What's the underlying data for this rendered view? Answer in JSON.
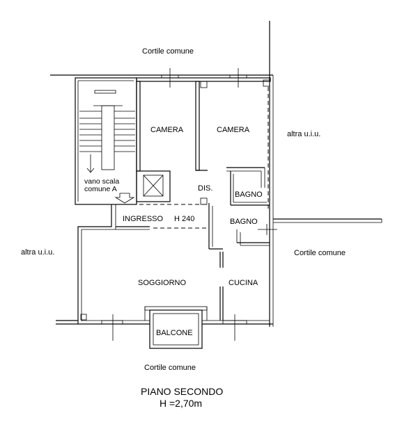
{
  "labels": {
    "courtyard_top": "Cortile comune",
    "courtyard_right": "Cortile comune",
    "courtyard_bottom": "Cortile comune",
    "other_unit_right": "altra u.i.u.",
    "other_unit_left": "altra u.i.u.",
    "bedroom_1": "CAMERA",
    "bedroom_2": "CAMERA",
    "stair_line1": "vano scala",
    "stair_line2": "comune A",
    "hallway": "DIS.",
    "bathroom_1": "BAGNO",
    "bathroom_2": "BAGNO",
    "entrance": "INGRESSO",
    "entrance_height": "H 240",
    "living_room": "SOGGIORNO",
    "kitchen": "CUCINA",
    "balcony": "BALCONE"
  },
  "title": {
    "floor": "PIANO SECONDO",
    "height": "H =2,70m"
  }
}
